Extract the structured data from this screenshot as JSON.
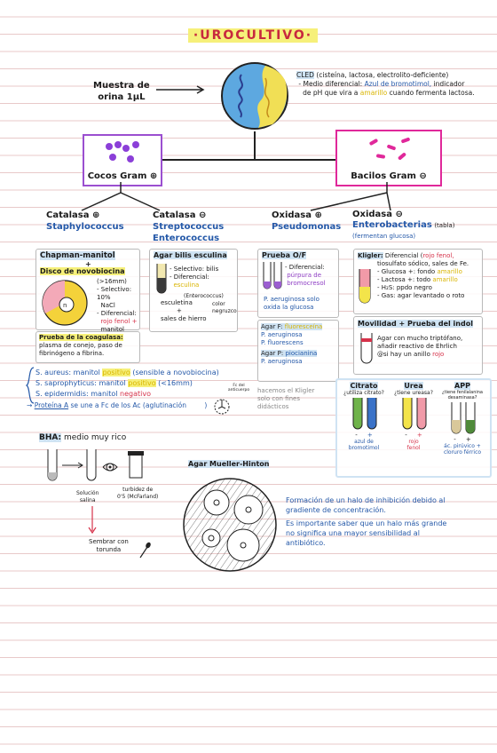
{
  "title": "·UROCULTIVO·",
  "sample": {
    "label_l1": "Muestra de",
    "label_l2": "orina 1µL"
  },
  "cled": {
    "heading": "CLED",
    "heading_rest": "(cisteína, lactosa, electrolito-deficiente)",
    "line2_a": "- Medio diferencial:",
    "line2_b": "Azul de bromotimol,",
    "line2_c": "indicador",
    "line3_a": "de pH que vira a",
    "line3_b": "amarillo",
    "line3_c": "cuando fermenta lactosa."
  },
  "cocos": {
    "label": "Cocos Gram ⊕"
  },
  "bacilos": {
    "label": "Bacilos Gram ⊖"
  },
  "catalasa_pos": {
    "label": "Catalasa ⊕",
    "org": "Staphylococcus"
  },
  "catalasa_neg": {
    "label": "Catalasa ⊖",
    "org1": "Streptococcus",
    "org2": "Enterococcus"
  },
  "oxidasa_pos": {
    "label": "Oxidasa ⊕",
    "org": "Pseudomonas"
  },
  "oxidasa_neg": {
    "label": "Oxidasa ⊖",
    "org": "Enterobacterias",
    "org_note": "(tabla)",
    "sub": "(fermentan glucosa)"
  },
  "chapman": {
    "title": "Chapman-manitol",
    "plus": "+",
    "disc": "Disco de novobiocina",
    "size": "(>16mm)",
    "sel1": "- Selectivo: 10%",
    "sel2": "NaCl",
    "dif1": "- Diferencial:",
    "dif2": "rojo fenol +",
    "dif3": "manitol"
  },
  "coagulasa": {
    "title": "Prueba de la coagulasa:",
    "l2": "plasma de conejo, paso de",
    "l3": "fibrinógeno a fibrina."
  },
  "bilis": {
    "title": "Agar bilis esculina",
    "sel": "- Selectivo: bilis",
    "dif": "- Diferencial:",
    "esc": "esculina",
    "ent": "(Enterococcus)",
    "esc2": "esculetina",
    "plus": "+",
    "hierro": "sales de hierro",
    "color": "color",
    "negruzco": "negruzco"
  },
  "of": {
    "title": "Prueba O/F",
    "dif": "- Diferencial:",
    "purp": "púrpura de",
    "brom": "bromocresol",
    "note1": "P. aeruginosa solo",
    "note2": "oxida la glucosa"
  },
  "agarf": {
    "title": "Agar F:",
    "title_b": "fluoresceína",
    "o1": "P. aeruginosa",
    "o2": "P. fluorescens"
  },
  "agarp": {
    "title": "Agar P:",
    "title_b": "piocianina",
    "o1": "P. aeruginosa"
  },
  "kligler_note": {
    "l1": "hacemos el Kligler",
    "l2": "solo con fines",
    "l3": "didácticos"
  },
  "kligler": {
    "title": "Kligler:",
    "l1_a": "Diferencial (",
    "l1_b": "rojo fenol,",
    "l2": "tiosulfato sódico, sales de Fe.",
    "l3_a": "- Glucosa +: fondo",
    "l3_b": "amarillo",
    "l4_a": "- Lactosa +: todo",
    "l4_b": "amarillo",
    "l5": "- H₂S: ppdo negro",
    "l6": "- Gas: agar levantado o roto"
  },
  "movilidad": {
    "title": "Movilidad + Prueba del indol",
    "l1": "Agar con mucho triptófano,",
    "l2": "añadir reactivo de Ehrlich",
    "l3_a": "@si hay un anillo",
    "l3_b": "rojo"
  },
  "citrato": {
    "title": "Citrato",
    "q": "¿utiliza citrato?",
    "minus": "-",
    "plus": "+",
    "r1": "azul de",
    "r2": "bromotimol"
  },
  "urea": {
    "title": "Urea",
    "q": "¿tiene ureasa?",
    "minus": "-",
    "plus": "+",
    "r1": "rojo",
    "r2": "fenol"
  },
  "app": {
    "title": "APP",
    "q": "¿tiene fenilalanina desaminasa?",
    "minus": "-",
    "plus": "+",
    "r1": "ác. pirúvico +",
    "r2": "cloruro férrico"
  },
  "species": {
    "s1_a": "S. aureus: manitol",
    "s1_b": "positivo",
    "s1_c": "(sensible a novobiocina)",
    "s2_a": "S. saprophyticus: manitol",
    "s2_b": "positivo",
    "s2_c": "(<16mm)",
    "s3_a": "S. epidermidis: manitol",
    "s3_b": "negativo",
    "s4_a": "Proteína A",
    "s4_b": "se une a Fc de los Ac (aglutinación",
    "s4_c": ")",
    "fc_note": "Fc del anticuerpo"
  },
  "bha": {
    "title": "BHA:",
    "rest": "medio muy rico",
    "sol1": "Solución",
    "sol2": "salina",
    "tur1": "turbidez de",
    "tur2": "0'5 (McFarland)",
    "sem1": "Sembrar con",
    "sem2": "torunda"
  },
  "mueller": {
    "title": "Agar Mueller-Hinton"
  },
  "halo": {
    "l1": "Formación de un halo de inhibición debido al",
    "l2": "gradiente de concentración.",
    "l3": "Es importante saber que un halo más grande",
    "l4": "no significa una mayor sensibilidad al",
    "l5": "antibiótico."
  },
  "colors": {
    "blue": "#2458a8",
    "red": "#d6324a",
    "yellow": "#f6f07a",
    "purple": "#8e3ec4",
    "pink": "#e0289a",
    "highlight_blue": "#cfe3f3"
  }
}
